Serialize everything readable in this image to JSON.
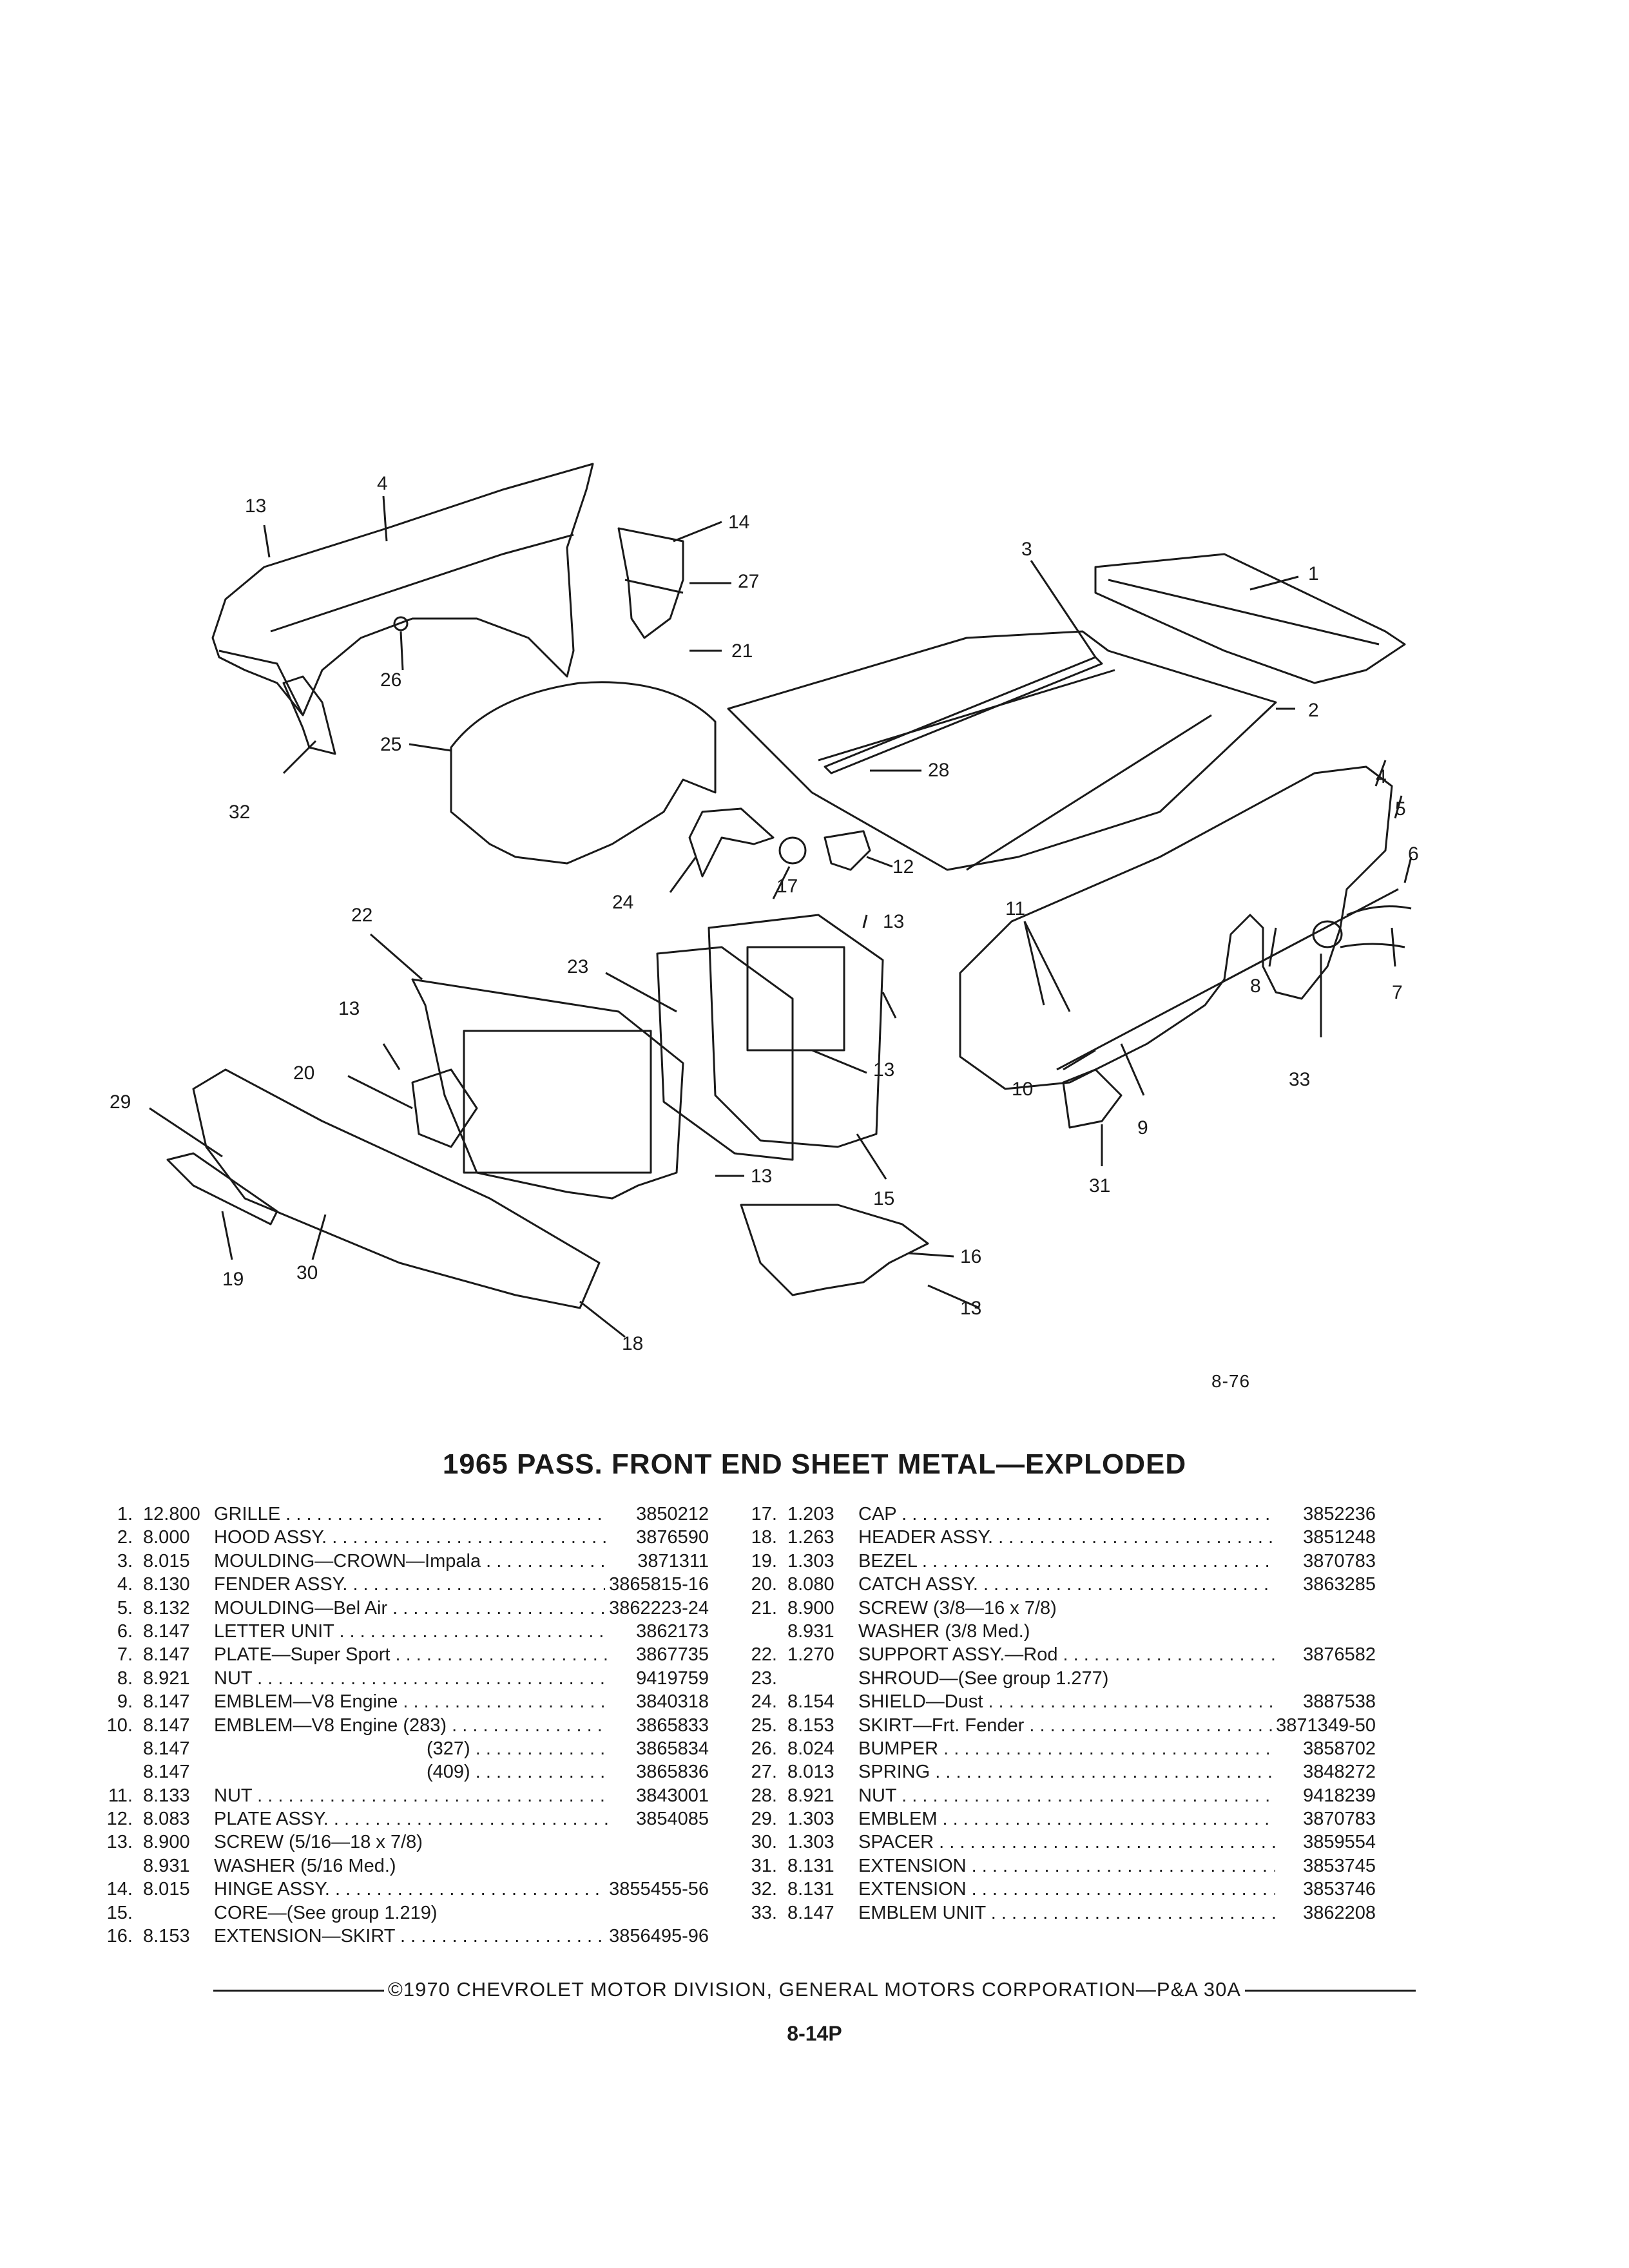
{
  "figure": {
    "number": "8-76",
    "callouts": [
      "1",
      "2",
      "3",
      "4",
      "4",
      "5",
      "6",
      "7",
      "8",
      "9",
      "10",
      "11",
      "12",
      "13",
      "13",
      "13",
      "13",
      "13",
      "13",
      "14",
      "15",
      "16",
      "17",
      "18",
      "19",
      "20",
      "21",
      "22",
      "23",
      "24",
      "25",
      "26",
      "27",
      "28",
      "29",
      "30",
      "31",
      "32",
      "33"
    ]
  },
  "title": "1965 PASS. FRONT END SHEET METAL—EXPLODED",
  "parts_left": [
    {
      "no": "1.",
      "group": "12.800",
      "desc": "GRILLE",
      "part": "3850212"
    },
    {
      "no": "2.",
      "group": "8.000",
      "desc": "HOOD ASSY.",
      "part": "3876590"
    },
    {
      "no": "3.",
      "group": "8.015",
      "desc": "MOULDING—CROWN—Impala",
      "part": "3871311"
    },
    {
      "no": "4.",
      "group": "8.130",
      "desc": "FENDER ASSY.",
      "part": "3865815-16"
    },
    {
      "no": "5.",
      "group": "8.132",
      "desc": "MOULDING—Bel Air",
      "part": "3862223-24"
    },
    {
      "no": "6.",
      "group": "8.147",
      "desc": "LETTER UNIT",
      "part": "3862173"
    },
    {
      "no": "7.",
      "group": "8.147",
      "desc": "PLATE—Super Sport",
      "part": "3867735"
    },
    {
      "no": "8.",
      "group": "8.921",
      "desc": "NUT",
      "part": "9419759"
    },
    {
      "no": "9.",
      "group": "8.147",
      "desc": "EMBLEM—V8 Engine",
      "part": "3840318"
    },
    {
      "no": "10.",
      "group": "8.147",
      "desc": "EMBLEM—V8 Engine (283)",
      "part": "3865833"
    },
    {
      "no": "",
      "group": "8.147",
      "desc": "(327)",
      "part": "3865834",
      "indent": true
    },
    {
      "no": "",
      "group": "8.147",
      "desc": "(409)",
      "part": "3865836",
      "indent": true
    },
    {
      "no": "11.",
      "group": "8.133",
      "desc": "NUT",
      "part": "3843001"
    },
    {
      "no": "12.",
      "group": "8.083",
      "desc": "PLATE ASSY.",
      "part": "3854085"
    },
    {
      "no": "13.",
      "group": "8.900",
      "desc": "SCREW (5/16—18 x 7/8)",
      "part": "",
      "nodots": true
    },
    {
      "no": "",
      "group": "8.931",
      "desc": "WASHER (5/16 Med.)",
      "part": "",
      "nodots": true
    },
    {
      "no": "14.",
      "group": "8.015",
      "desc": "HINGE ASSY.",
      "part": "3855455-56"
    },
    {
      "no": "15.",
      "group": "",
      "desc": "CORE—(See group 1.219)",
      "part": "",
      "nodots": true
    },
    {
      "no": "16.",
      "group": "8.153",
      "desc": "EXTENSION—SKIRT",
      "part": "3856495-96"
    }
  ],
  "parts_right": [
    {
      "no": "17.",
      "group": "1.203",
      "desc": "CAP",
      "part": "3852236"
    },
    {
      "no": "18.",
      "group": "1.263",
      "desc": "HEADER ASSY.",
      "part": "3851248"
    },
    {
      "no": "19.",
      "group": "1.303",
      "desc": "BEZEL",
      "part": "3870783"
    },
    {
      "no": "20.",
      "group": "8.080",
      "desc": "CATCH ASSY.",
      "part": "3863285"
    },
    {
      "no": "21.",
      "group": "8.900",
      "desc": "SCREW (3/8—16 x 7/8)",
      "part": "",
      "nodots": true
    },
    {
      "no": "",
      "group": "8.931",
      "desc": "WASHER (3/8 Med.)",
      "part": "",
      "nodots": true
    },
    {
      "no": "22.",
      "group": "1.270",
      "desc": "SUPPORT ASSY.—Rod",
      "part": "3876582"
    },
    {
      "no": "23.",
      "group": "",
      "desc": "SHROUD—(See group 1.277)",
      "part": "",
      "nodots": true
    },
    {
      "no": "24.",
      "group": "8.154",
      "desc": "SHIELD—Dust",
      "part": "3887538"
    },
    {
      "no": "25.",
      "group": "8.153",
      "desc": "SKIRT—Frt. Fender",
      "part": "3871349-50"
    },
    {
      "no": "26.",
      "group": "8.024",
      "desc": "BUMPER",
      "part": "3858702"
    },
    {
      "no": "27.",
      "group": "8.013",
      "desc": "SPRING",
      "part": "3848272"
    },
    {
      "no": "28.",
      "group": "8.921",
      "desc": "NUT",
      "part": "9418239"
    },
    {
      "no": "29.",
      "group": "1.303",
      "desc": "EMBLEM",
      "part": "3870783"
    },
    {
      "no": "30.",
      "group": "1.303",
      "desc": "SPACER",
      "part": "3859554"
    },
    {
      "no": "31.",
      "group": "8.131",
      "desc": "EXTENSION",
      "part": "3853745"
    },
    {
      "no": "32.",
      "group": "8.131",
      "desc": "EXTENSION",
      "part": "3853746"
    },
    {
      "no": "33.",
      "group": "8.147",
      "desc": "EMBLEM UNIT",
      "part": "3862208"
    }
  ],
  "footer": "©1970 CHEVROLET MOTOR DIVISION, GENERAL MOTORS CORPORATION—P&A 30A",
  "page_number": "8-14P"
}
